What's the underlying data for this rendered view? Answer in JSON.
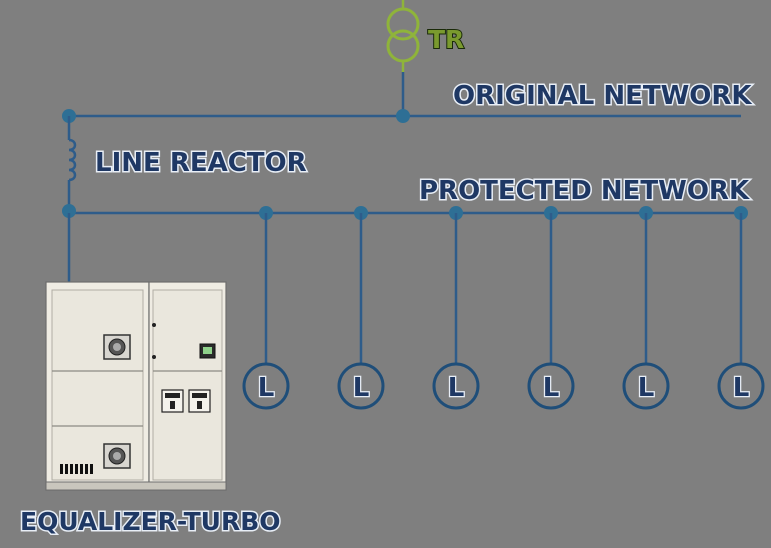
{
  "labels": {
    "transformer": "TR",
    "original_network": "ORIGINAL NETWORK",
    "line_reactor": "LINE REACTOR",
    "protected_network": "PROTECTED NETWORK",
    "equalizer": "EQUALIZER-TURBO"
  },
  "loads": [
    "L",
    "L",
    "L",
    "L",
    "L",
    "L"
  ],
  "colors": {
    "background": "#7f7f7f",
    "wire": "#2e5c8a",
    "node": "#2e6f95",
    "transformer": "#8fb43a",
    "label_text": "#1f3864",
    "cabinet": "#ece9e0"
  }
}
